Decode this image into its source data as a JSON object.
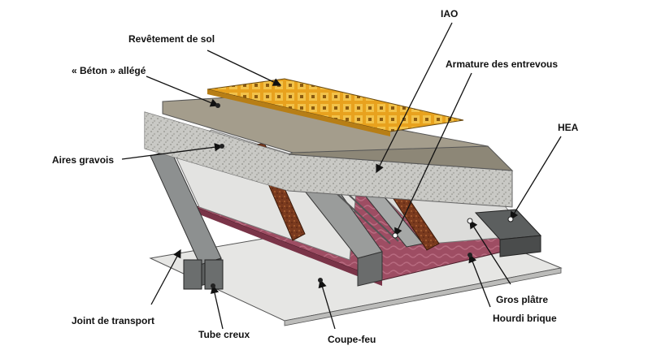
{
  "labels": {
    "revetement": "Revêtement de sol",
    "beton": "« Béton » allégé",
    "aires": "Aires gravois",
    "iao": "IAO",
    "armature": "Armature des entrevous",
    "hea": "HEA",
    "joint": "Joint de transport",
    "tube": "Tube creux",
    "coupefeu": "Coupe-feu",
    "gros": "Gros plâtre",
    "hourdi": "Hourdi brique"
  },
  "colors": {
    "floor_tile": "#e8a21e",
    "screed": "#a49d8c",
    "gravel": "#c9c9c5",
    "plaster": "#e3e3e1",
    "insulation": "#9e4d63",
    "steel": "#7f8282",
    "beam_wood": "#7a3a1e"
  }
}
